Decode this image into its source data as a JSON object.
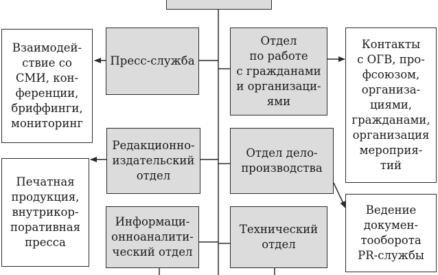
{
  "boxes": {
    "top": "",
    "smi_tasks": "Взаимодей-\nствие со\nСМИ, кон-\nференции,\nбриффинги,\nмониторинг",
    "press_service": "Пресс-служба",
    "citizens_dept": "Отдел\nпо работе\nс гражданами\nи организаци-\nями",
    "contacts": "Контакты\nс ОГВ, про-\nфсоюзом,\nорганиза-\nциями,\nгражданами,\nорганизация\nмероприя-\nтий",
    "editorial_dept": "Редакционно-\nиздательский\nотдел",
    "records_dept": "Отдел дело-\nпроизводства",
    "print_products": "Печатная\nпродукция,\nвнутрикор-\nпоративная\nпресса",
    "doc_flow": "Ведение\nдокумен-\nтооборота\nPR-службы",
    "info_dept": "Информаци-\nонноаналити-\nческий отдел",
    "tech_dept": "Технический\nотдел"
  }
}
